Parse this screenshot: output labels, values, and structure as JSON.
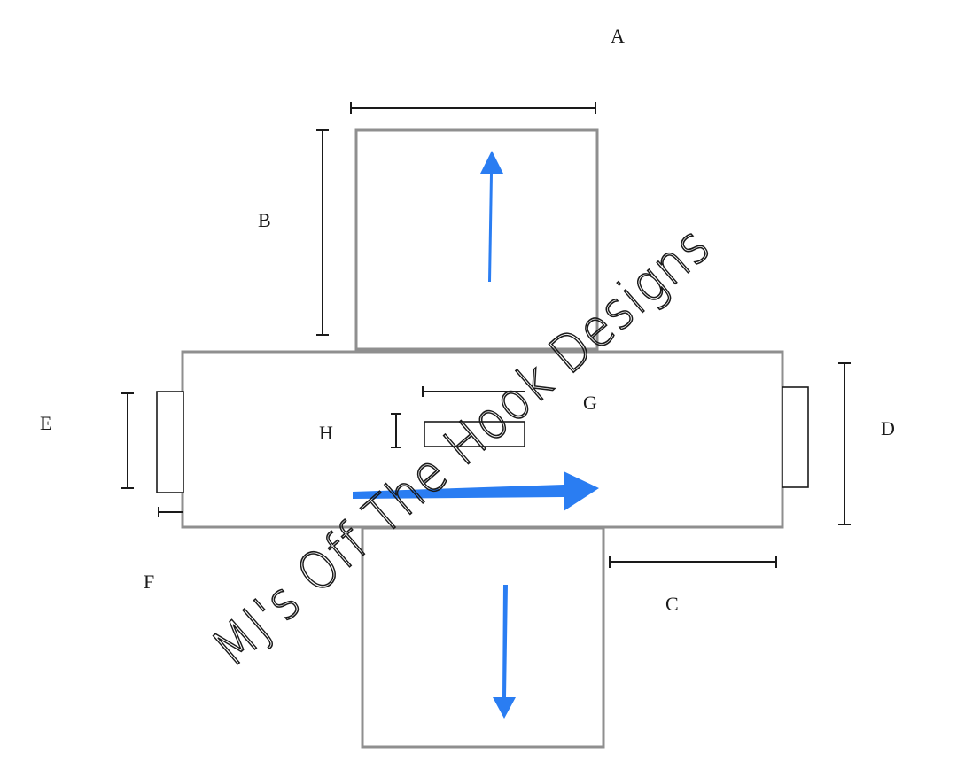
{
  "diagram": {
    "labels": {
      "a": "A",
      "b": "B",
      "c": "C",
      "d": "D",
      "e": "E",
      "f": "F",
      "g": "G",
      "h": "H"
    },
    "watermark": "MJ's Off The Hook Designs",
    "colors": {
      "panel_stroke": "#8f8f8f",
      "arrow": "#2a7df2",
      "ink": "#1a1a1a"
    }
  }
}
